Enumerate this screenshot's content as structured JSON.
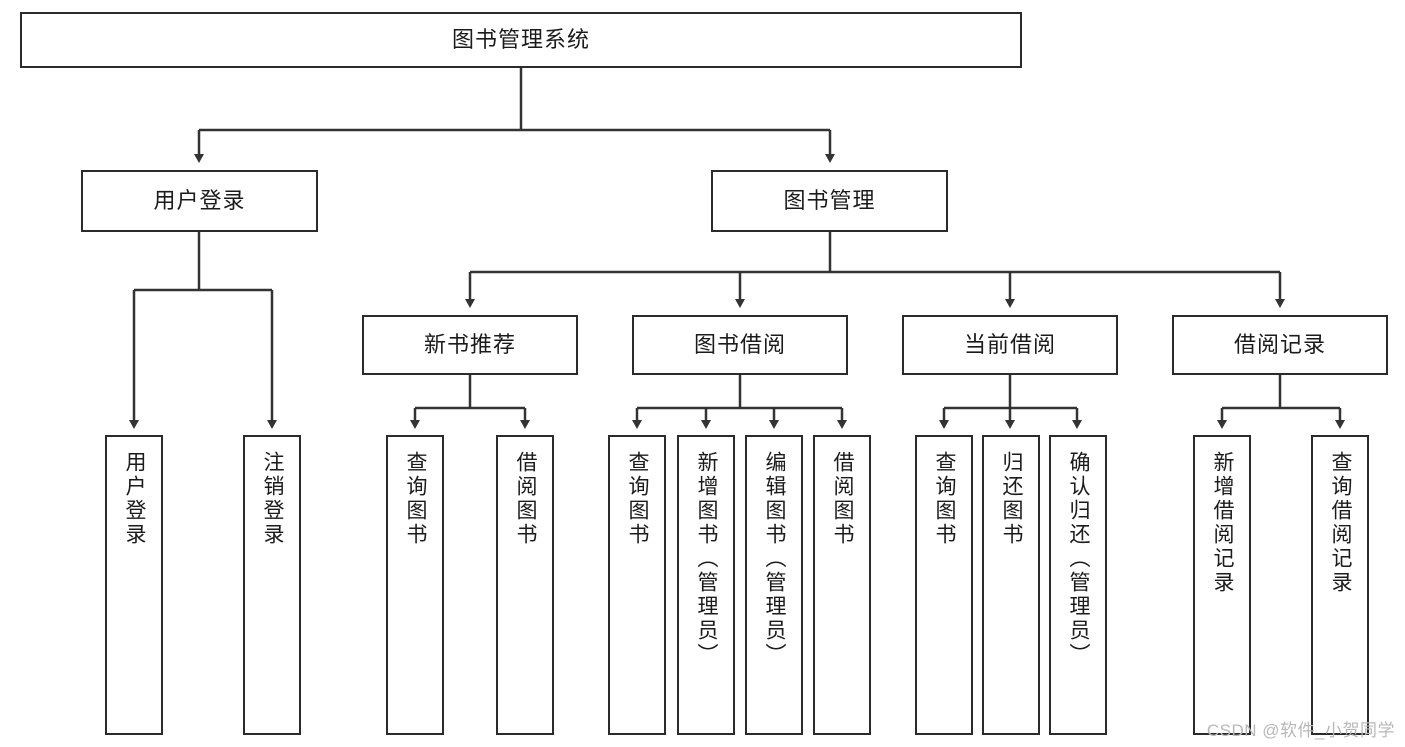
{
  "diagram": {
    "title": "图书管理系统",
    "watermark": "CSDN @软件_小贺同学",
    "colors": {
      "box_stroke": "#2b2b2b",
      "edge_stroke": "#333333",
      "box_fill": "#ffffff",
      "text": "#1b1b1b",
      "watermark": "#b8b8b8"
    },
    "nodes": {
      "root": "图书管理系统",
      "level2": [
        "用户登录",
        "图书管理"
      ],
      "level3": [
        "新书推荐",
        "图书借阅",
        "当前借阅",
        "借阅记录"
      ],
      "leaves": {
        "user_login": [
          "用户登录",
          "注销登录"
        ],
        "new_book": [
          "查询图书",
          "借阅图书"
        ],
        "book_borrow": [
          "查询图书",
          "新增图书（管理员）",
          "编辑图书（管理员）",
          "借阅图书"
        ],
        "current_borrow": [
          "查询图书",
          "归还图书",
          "确认归还（管理员）"
        ],
        "borrow_record": [
          "新增借阅记录",
          "查询借阅记录"
        ]
      }
    }
  }
}
